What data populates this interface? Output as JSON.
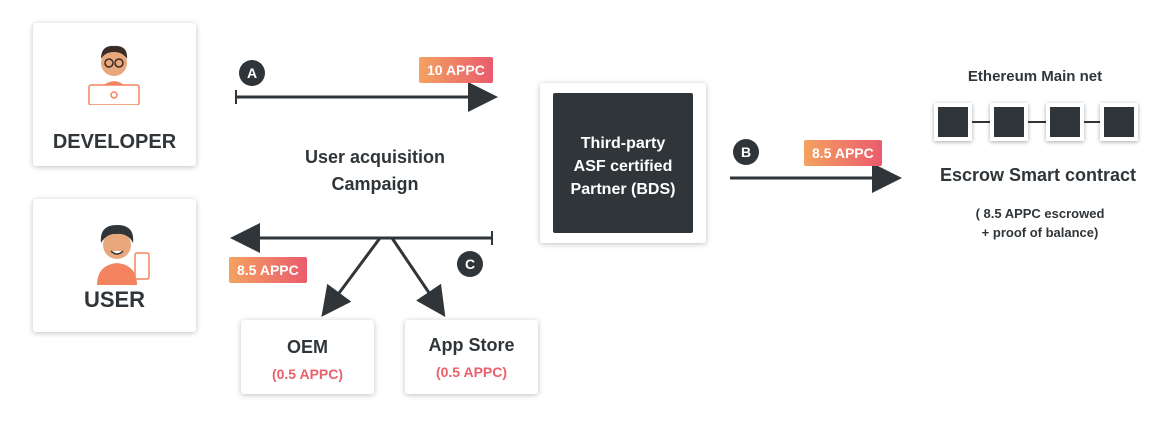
{
  "developer": {
    "title": "DEVELOPER",
    "icon": "developer-avatar-icon"
  },
  "user": {
    "title": "USER",
    "icon": "user-avatar-icon"
  },
  "flow_a": {
    "step": "A",
    "amount": "10 APPC"
  },
  "flow_b": {
    "step": "B",
    "amount": "8.5 APPC"
  },
  "flow_c": {
    "step": "C",
    "amount": "8.5 APPC"
  },
  "campaign": {
    "line1": "User acquisition",
    "line2": "Campaign"
  },
  "partner": {
    "line1": "Third-party",
    "line2": "ASF certified",
    "line3": "Partner (BDS)"
  },
  "ethereum": {
    "title": "Ethereum Main net",
    "block_count": 4
  },
  "escrow": {
    "title": "Escrow Smart contract",
    "note_line1": "( 8.5 APPC escrowed",
    "note_line2": "+ proof of balance)"
  },
  "oem": {
    "title": "OEM",
    "fee": "(0.5 APPC)"
  },
  "app_store": {
    "title": "App Store",
    "fee": "(0.5 APPC)"
  },
  "colors": {
    "dark": "#2f3539",
    "accent_start": "#f4a261",
    "accent_end": "#ea5b6d",
    "fee_text": "#e8616b"
  }
}
